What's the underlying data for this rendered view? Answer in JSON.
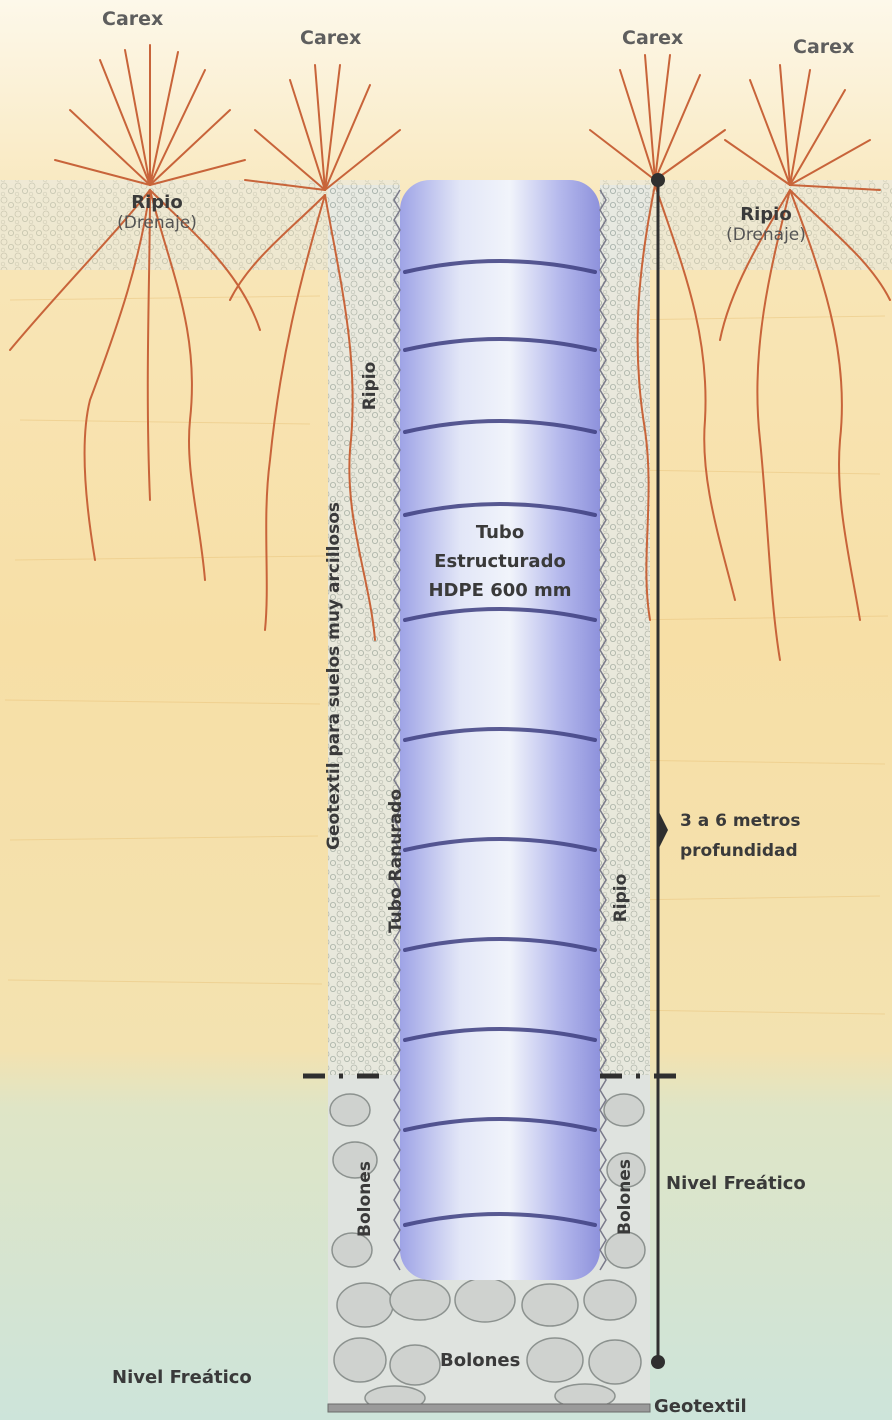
{
  "plants": [
    "Carex",
    "Carex",
    "Carex",
    "Carex"
  ],
  "ripio_left": {
    "title": "Ripio",
    "sub": "(Drenaje)"
  },
  "ripio_right": {
    "title": "Ripio",
    "sub": "(Drenaje)"
  },
  "pipe": {
    "line1": "Tubo",
    "line2": "Estructurado",
    "line3": "HDPE 600 mm"
  },
  "left_column": {
    "ripio": "Ripio",
    "geotextil": "Geotextil para suelos muy arcillosos",
    "tubo_ranurado": "Tubo Ranurado",
    "bolones": "Bolones"
  },
  "right_column": {
    "ripio": "Ripio",
    "bolones": "Bolones"
  },
  "depth": {
    "line1": "3 a 6 metros",
    "line2": "profundidad"
  },
  "nivel_freatico_right": "Nivel Freático",
  "nivel_freatico_bottom": "Nivel Freático",
  "bolones_bottom": "Bolones",
  "geotextil_bottom": "Geotextil",
  "colors": {
    "soil": "#f6dca0",
    "water": "#cfe6df",
    "pipe": "#8f95dd",
    "roots": "#c8643a",
    "gravel": "#c9ccc8",
    "line": "#2f2f2f"
  }
}
